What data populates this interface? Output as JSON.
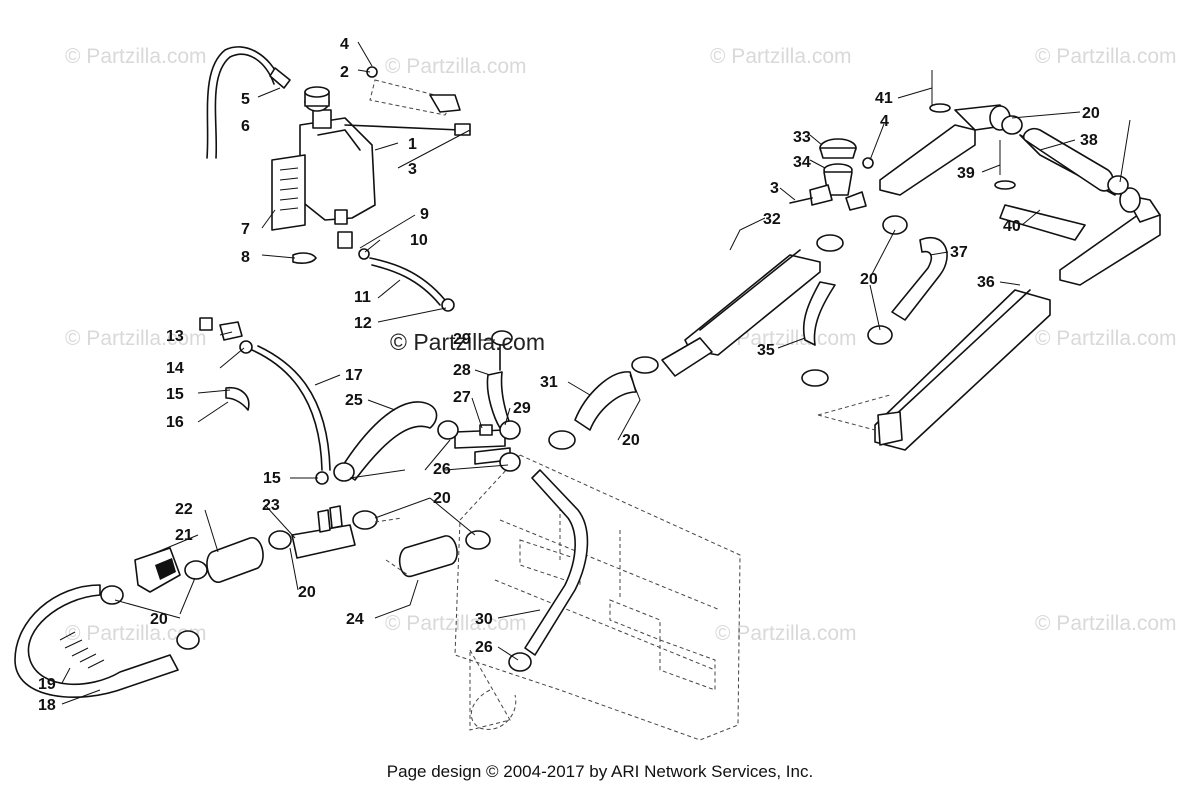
{
  "watermark": {
    "text": "© Partzilla.com",
    "center_text": "© Partzilla.com"
  },
  "callouts": [
    {
      "id": "c-4a",
      "label": "4"
    },
    {
      "id": "c-2",
      "label": "2"
    },
    {
      "id": "c-5",
      "label": "5"
    },
    {
      "id": "c-6",
      "label": "6"
    },
    {
      "id": "c-1",
      "label": "1"
    },
    {
      "id": "c-3a",
      "label": "3"
    },
    {
      "id": "c-7",
      "label": "7"
    },
    {
      "id": "c-9",
      "label": "9"
    },
    {
      "id": "c-10",
      "label": "10"
    },
    {
      "id": "c-8",
      "label": "8"
    },
    {
      "id": "c-11",
      "label": "11"
    },
    {
      "id": "c-12",
      "label": "12"
    },
    {
      "id": "c-41",
      "label": "41"
    },
    {
      "id": "c-4b",
      "label": "4"
    },
    {
      "id": "c-20a",
      "label": "20"
    },
    {
      "id": "c-38",
      "label": "38"
    },
    {
      "id": "c-33",
      "label": "33"
    },
    {
      "id": "c-34",
      "label": "34"
    },
    {
      "id": "c-39",
      "label": "39"
    },
    {
      "id": "c-3b",
      "label": "3"
    },
    {
      "id": "c-32",
      "label": "32"
    },
    {
      "id": "c-40",
      "label": "40"
    },
    {
      "id": "c-37",
      "label": "37"
    },
    {
      "id": "c-20b",
      "label": "20"
    },
    {
      "id": "c-36",
      "label": "36"
    },
    {
      "id": "c-35",
      "label": "35"
    },
    {
      "id": "c-13",
      "label": "13"
    },
    {
      "id": "c-14",
      "label": "14"
    },
    {
      "id": "c-15a",
      "label": "15"
    },
    {
      "id": "c-16",
      "label": "16"
    },
    {
      "id": "c-17",
      "label": "17"
    },
    {
      "id": "c-25",
      "label": "25"
    },
    {
      "id": "c-29a",
      "label": "29"
    },
    {
      "id": "c-28",
      "label": "28"
    },
    {
      "id": "c-27",
      "label": "27"
    },
    {
      "id": "c-29b",
      "label": "29"
    },
    {
      "id": "c-31",
      "label": "31"
    },
    {
      "id": "c-20c",
      "label": "20"
    },
    {
      "id": "c-15b",
      "label": "15"
    },
    {
      "id": "c-26a",
      "label": "26"
    },
    {
      "id": "c-22",
      "label": "22"
    },
    {
      "id": "c-23",
      "label": "23"
    },
    {
      "id": "c-20d",
      "label": "20"
    },
    {
      "id": "c-21",
      "label": "21"
    },
    {
      "id": "c-20e",
      "label": "20"
    },
    {
      "id": "c-20f",
      "label": "20"
    },
    {
      "id": "c-24",
      "label": "24"
    },
    {
      "id": "c-30",
      "label": "30"
    },
    {
      "id": "c-26b",
      "label": "26"
    },
    {
      "id": "c-19",
      "label": "19"
    },
    {
      "id": "c-18",
      "label": "18"
    }
  ],
  "footer": {
    "text": "Page design © 2004-2017 by ARI Network Services, Inc."
  }
}
